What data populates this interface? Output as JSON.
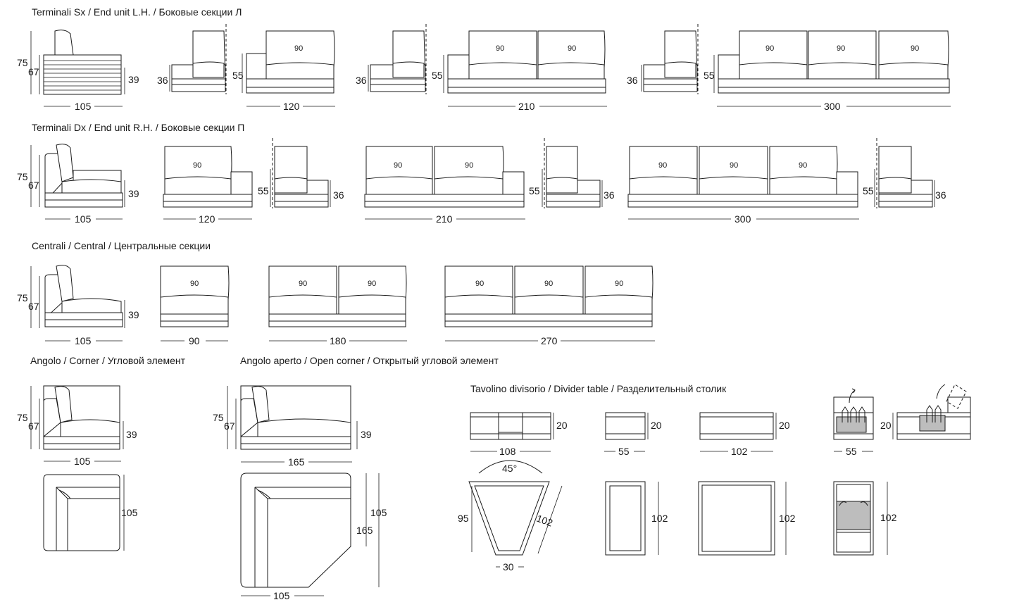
{
  "sections": {
    "end_lh": "Terminali Sx / End unit L.H. / Боковые секции Л",
    "end_rh": "Terminali Dx / End unit R.H. / Боковые секции П",
    "central": "Centrali / Central / Центральные секции",
    "corner": "Angolo / Corner / Угловой элемент",
    "open_corner": "Angolo aperto / Open corner / Открытый угловой элемент",
    "divider": "Tavolino divisorio / Divider table / Разделительный столик"
  },
  "dims": {
    "back_h": "75",
    "arm_h": "67",
    "seat_h": "39",
    "arm_side_h": "55",
    "low_h": "36",
    "depth": "105",
    "w90": "90",
    "w120": "120",
    "w180": "180",
    "w210": "210",
    "w270": "270",
    "w300": "300",
    "w165": "165",
    "table_h": "20",
    "table_w108": "108",
    "table_w55": "55",
    "table_w102": "102",
    "table_d102": "102",
    "trap_h": "95",
    "trap_side": "102",
    "trap_base": "30",
    "angle": "45°"
  },
  "seat_label": "90"
}
